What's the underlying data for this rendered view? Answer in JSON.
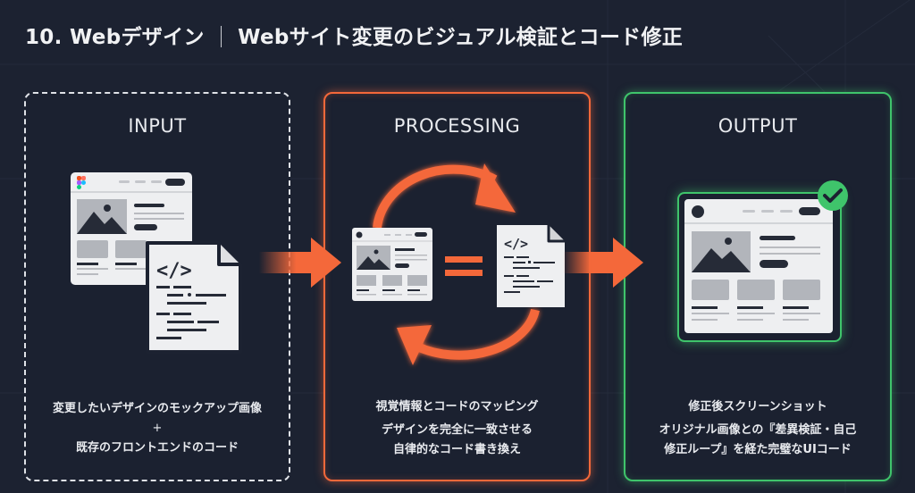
{
  "header": {
    "section": "10. Webデザイン",
    "title": "Webサイト変更のビジュアル検証とコード修正"
  },
  "panels": {
    "input": {
      "heading": "INPUT",
      "caption_line1": "変更したいデザインのモックアップ画像",
      "caption_plus": "+",
      "caption_line2": "既存のフロントエンドのコード",
      "icons": [
        "figma-mockup-icon",
        "code-file-icon"
      ]
    },
    "processing": {
      "heading": "PROCESSING",
      "caption_line1": "視覚情報とコードのマッピング",
      "caption_line2": "デザインを完全に一致させる",
      "caption_line3": "自律的なコード書き換え",
      "icons": [
        "webpage-mockup-icon",
        "equals-icon",
        "code-file-icon",
        "cycle-arrows-icon"
      ]
    },
    "output": {
      "heading": "OUTPUT",
      "caption_line1": "修正後スクリーンショット",
      "caption_line2": "オリジナル画像との『差異検証・自己",
      "caption_line3": "修正ループ』を経た完璧なUIコード",
      "icons": [
        "webpage-screenshot-icon",
        "checkmark-badge-icon"
      ]
    }
  },
  "code_glyph": "</>",
  "colors": {
    "background": "#1c2231",
    "processing_accent": "#f4683a",
    "output_accent": "#3fc46b",
    "input_border": "#dfe2e7"
  }
}
